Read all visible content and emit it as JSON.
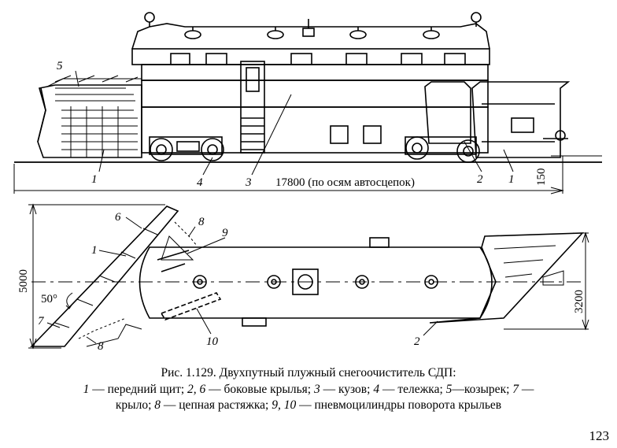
{
  "figure": {
    "side_view_labels": {
      "l1_front": "1",
      "l5": "5",
      "l4": "4",
      "l3": "3",
      "l2": "2",
      "l1_rear": "1"
    },
    "length_dimension": "17800 (по осям автосцепок)",
    "height_dimension": "150",
    "plan_labels": {
      "l6": "6",
      "l8_top": "8",
      "l9": "9",
      "l1": "1",
      "l7": "7",
      "l8_bottom": "8",
      "l10": "10",
      "l2": "2"
    },
    "width_left": "5000",
    "width_right": "3200",
    "angle": "50°"
  },
  "caption": {
    "title": "Рис. 1.129. Двухпутный плужный снегоочиститель СДП:",
    "legend": [
      {
        "num": "1",
        "text": " — передний щит; "
      },
      {
        "num": "2, 6",
        "text": " — боковые крылья; "
      },
      {
        "num": "3",
        "text": " — кузов; "
      },
      {
        "num": "4",
        "text": " — тележка; "
      },
      {
        "num": "5",
        "text": "—козырек; "
      },
      {
        "num": "7",
        "text": " —"
      }
    ],
    "line3_start": "крыло; ",
    "legend2": [
      {
        "num": "8",
        "text": " — цепная растяжка; "
      },
      {
        "num": "9, 10",
        "text": " — пневмоцилиндры поворота крыльев"
      }
    ]
  },
  "page_number": "123"
}
